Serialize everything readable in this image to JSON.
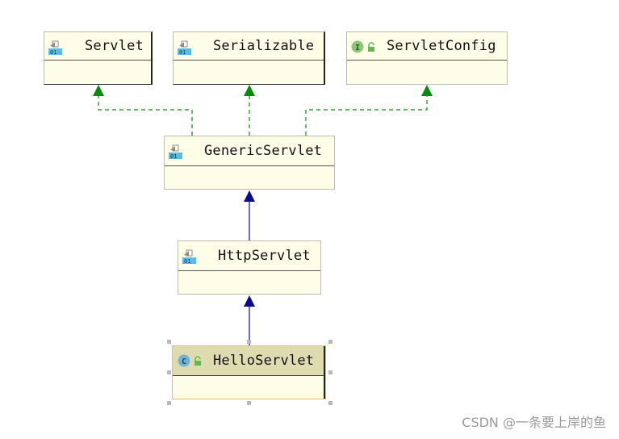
{
  "nodes": {
    "servlet": {
      "title": "Servlet",
      "icon": "abstract-class-icon"
    },
    "serializable": {
      "title": "Serializable",
      "icon": "abstract-class-icon"
    },
    "servletconfig": {
      "title": "ServletConfig",
      "icon": "interface-icon",
      "icon_letter": "I"
    },
    "genericservlet": {
      "title": "GenericServlet",
      "icon": "abstract-class-icon"
    },
    "httpservlet": {
      "title": "HttpServlet",
      "icon": "abstract-class-icon"
    },
    "helloservlet": {
      "title": "HelloServlet",
      "icon": "class-icon",
      "icon_letter": "C"
    }
  },
  "edges": [
    {
      "from": "GenericServlet",
      "to": "Servlet",
      "kind": "implements",
      "style": "dashed",
      "color": "#0a8a0a"
    },
    {
      "from": "GenericServlet",
      "to": "Serializable",
      "kind": "implements",
      "style": "dashed",
      "color": "#0a8a0a"
    },
    {
      "from": "GenericServlet",
      "to": "ServletConfig",
      "kind": "implements",
      "style": "dashed",
      "color": "#0a8a0a"
    },
    {
      "from": "HttpServlet",
      "to": "GenericServlet",
      "kind": "extends",
      "style": "solid",
      "color": "#0a0a8c"
    },
    {
      "from": "HelloServlet",
      "to": "HttpServlet",
      "kind": "extends",
      "style": "solid",
      "color": "#0a0a8c"
    }
  ],
  "colors": {
    "node_fill": "#fefde7",
    "selected_header": "#dedbb1",
    "selected_border": "#e8c34e",
    "implements_arrow": "#0a8a0a",
    "extends_arrow": "#0a0a8c"
  },
  "selected_node": "HelloServlet",
  "watermark": "CSDN @一条要上岸的鱼"
}
